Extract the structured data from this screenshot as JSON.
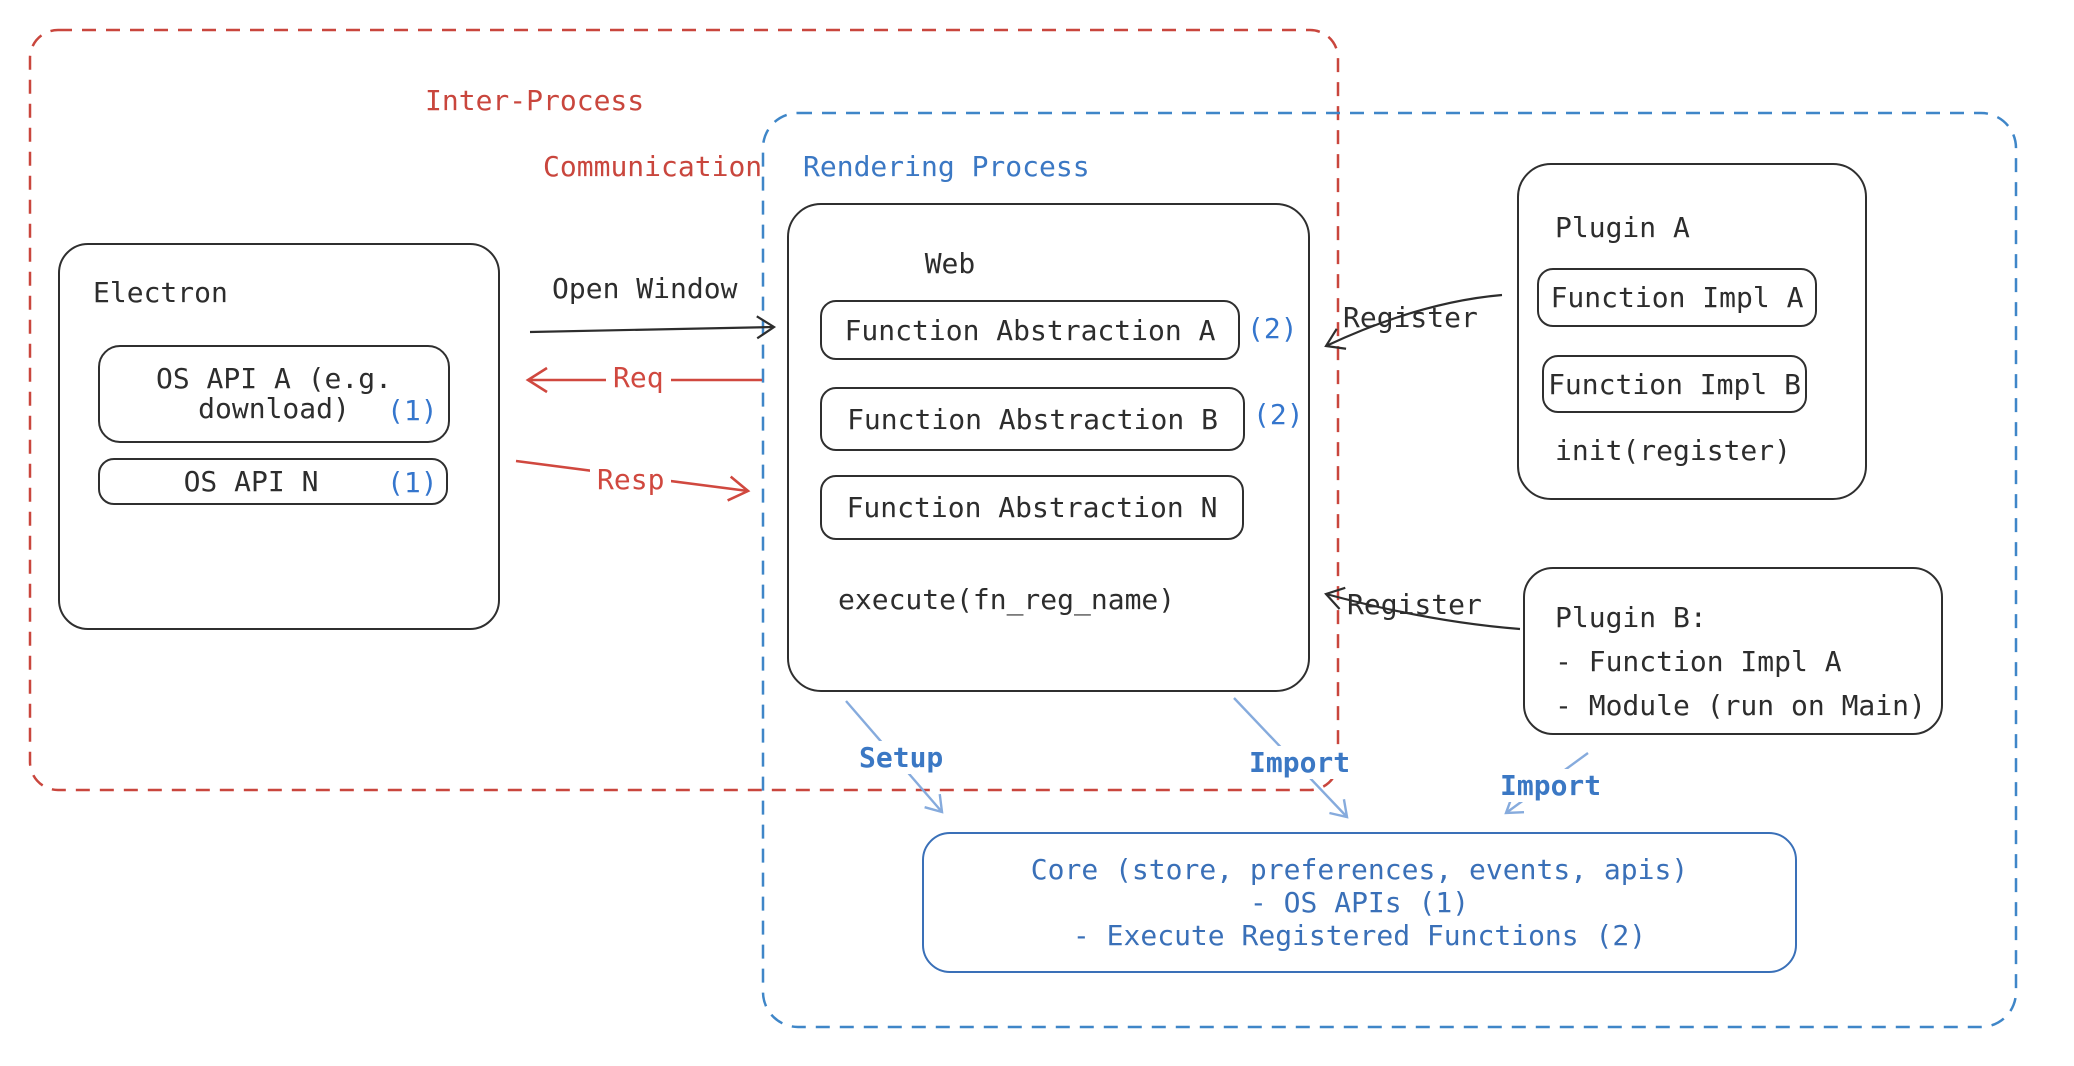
{
  "diagram": {
    "ipc_group": {
      "label_line1": "Inter-Process",
      "label_line2": "Communication"
    },
    "rendering_group": {
      "label": "Rendering Process"
    },
    "electron": {
      "title": "Electron",
      "os_api_a": {
        "line1": "OS API A (e.g.",
        "line2": "download)",
        "badge": "(1)"
      },
      "os_api_n": {
        "label": "OS API N",
        "badge": "(1)"
      }
    },
    "web": {
      "title": "Web",
      "fa_a": {
        "label": "Function Abstraction A",
        "badge": "(2)"
      },
      "fa_b": {
        "label": "Function Abstraction B",
        "badge": "(2)"
      },
      "fa_n": {
        "label": "Function Abstraction N"
      },
      "execute": "execute(fn_reg_name)"
    },
    "plugin_a": {
      "title": "Plugin A",
      "impl_a": "Function Impl A",
      "impl_b": "Function Impl B",
      "init": "init(register)"
    },
    "plugin_b": {
      "line1": "Plugin B:",
      "line2": "- Function Impl A",
      "line3": "- Module (run on Main)"
    },
    "core": {
      "line1": "Core (store, preferences, events, apis)",
      "line2": "- OS APIs (1)",
      "line3": "- Execute Registered Functions (2)"
    },
    "arrows": {
      "open_window": "Open Window",
      "req": "Req",
      "resp": "Resp",
      "register_a": "Register",
      "register_b": "Register",
      "setup": "Setup",
      "import_core": "Import",
      "import_plugin_b": "Import"
    },
    "colors": {
      "red": "#c9463d",
      "red_arrow": "#d0483f",
      "blue": "#3b78c4",
      "blue_dash": "#3f86c8",
      "blue_core": "#3a70b8",
      "blue_arrow": "#86abdd",
      "badge_blue": "#3576cd",
      "ink": "#2d2d2d"
    }
  }
}
